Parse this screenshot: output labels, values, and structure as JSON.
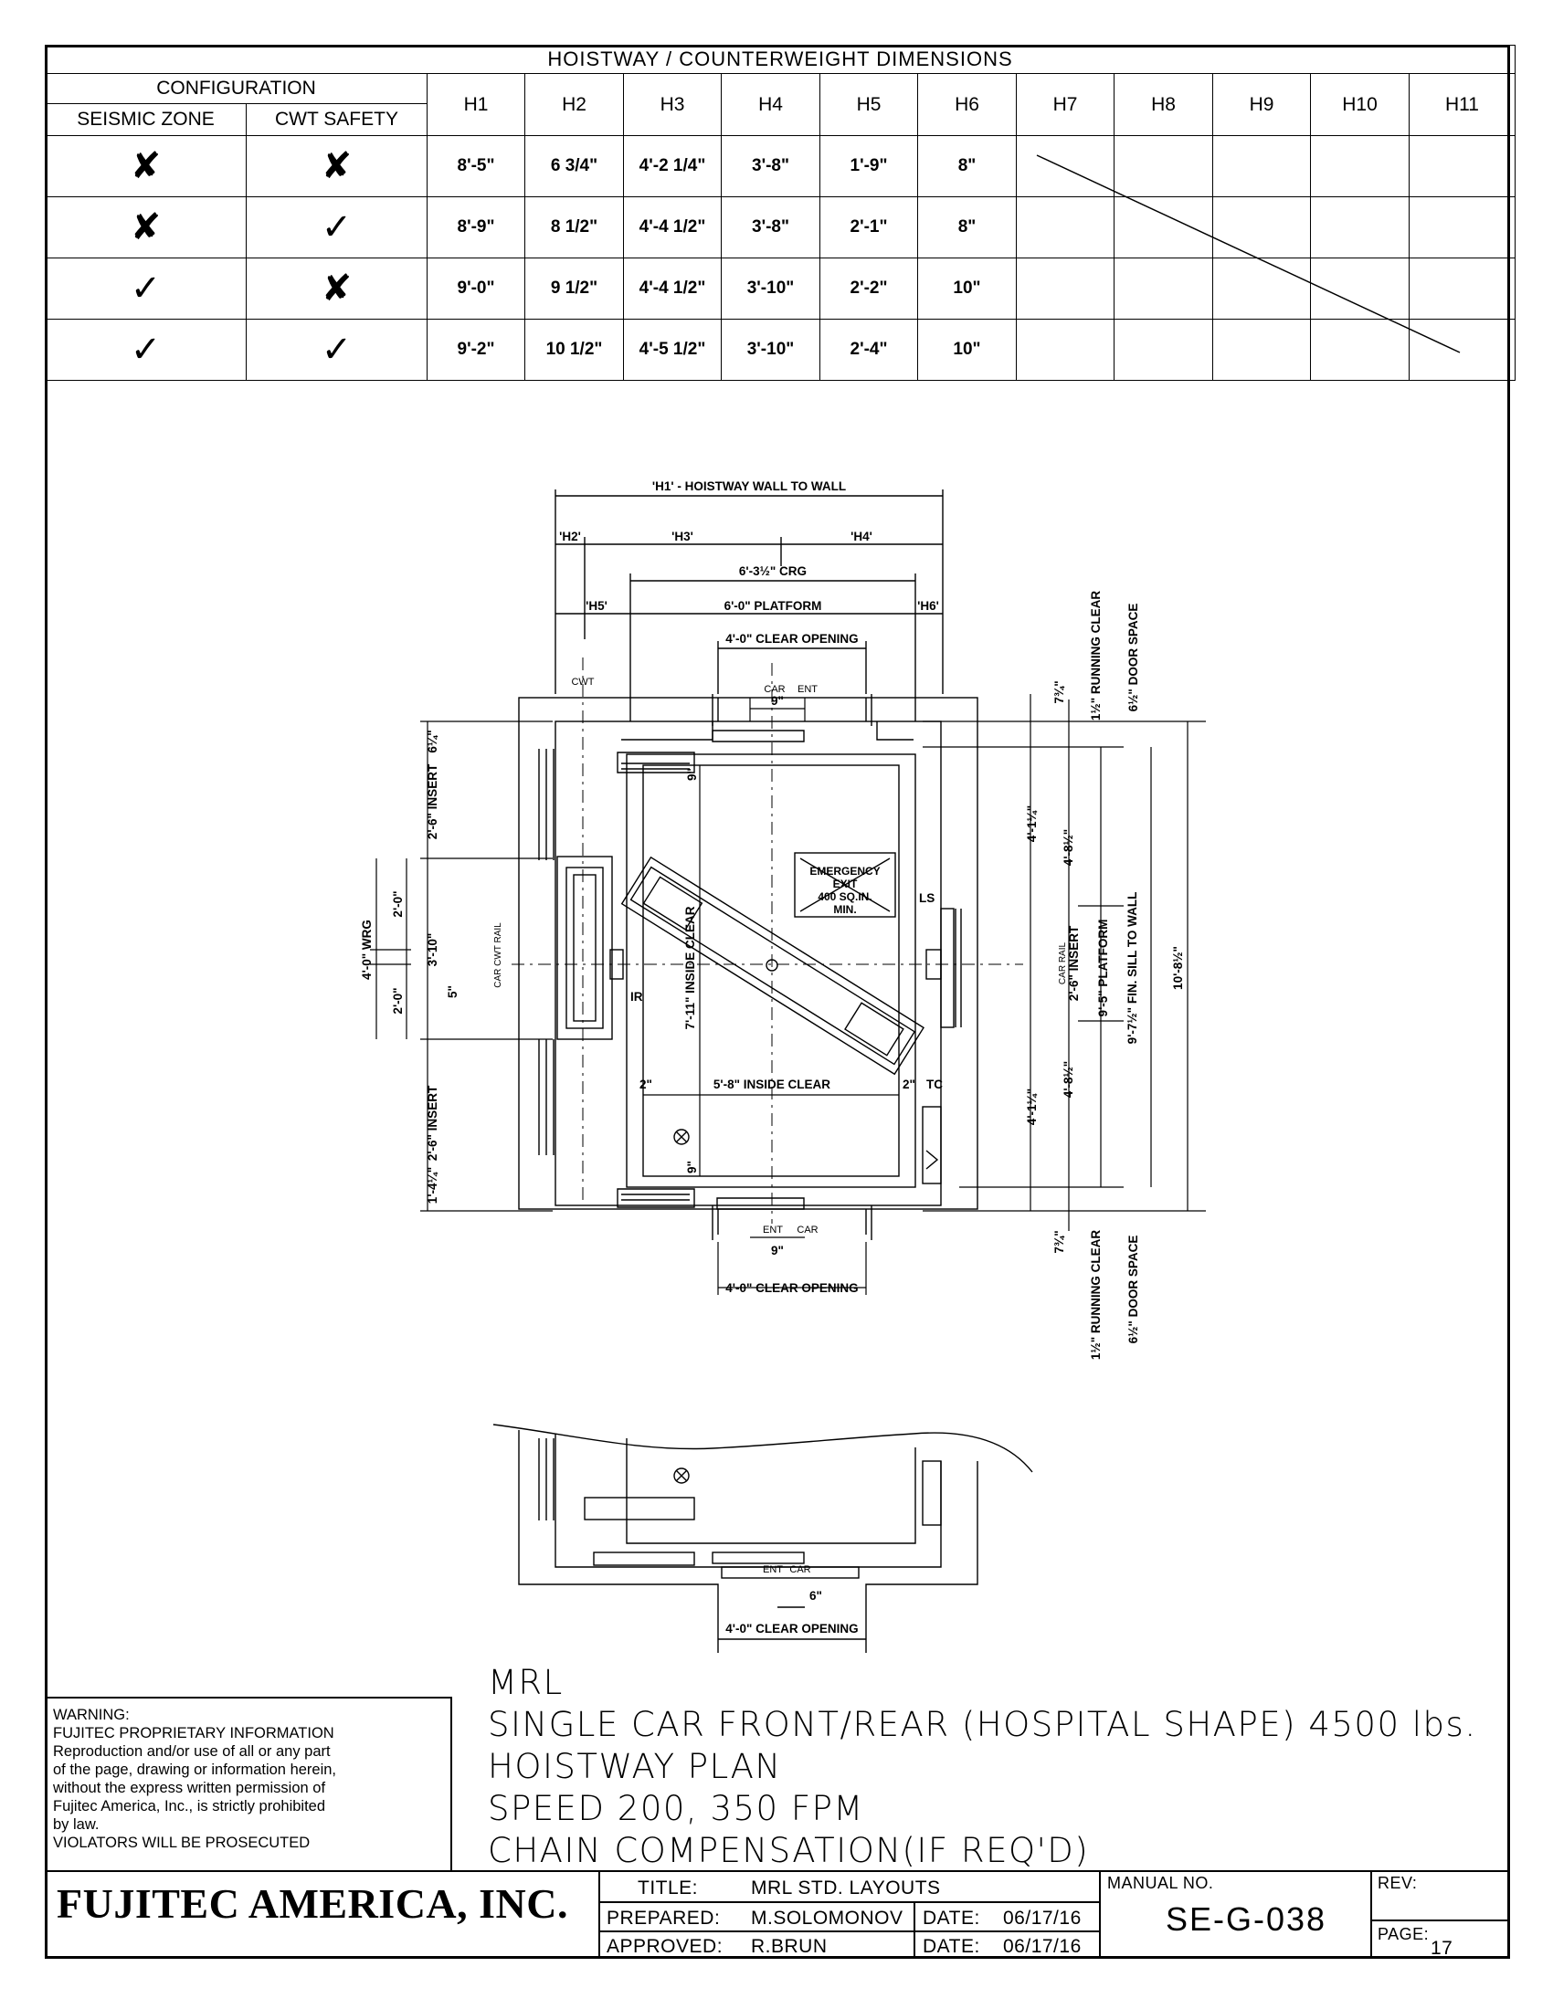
{
  "table": {
    "title": "HOISTWAY / COUNTERWEIGHT DIMENSIONS",
    "config_label": "CONFIGURATION",
    "seismic_label": "SEISMIC ZONE",
    "cwt_label": "CWT SAFETY",
    "headers": [
      "H1",
      "H2",
      "H3",
      "H4",
      "H5",
      "H6",
      "H7",
      "H8",
      "H9",
      "H10",
      "H11"
    ],
    "rows": [
      {
        "seismic": "✘",
        "cwt": "✘",
        "vals": [
          "8'-5\"",
          "6 3/4\"",
          "4'-2 1/4\"",
          "3'-8\"",
          "1'-9\"",
          "8\""
        ]
      },
      {
        "seismic": "✘",
        "cwt": "✓",
        "vals": [
          "8'-9\"",
          "8 1/2\"",
          "4'-4 1/2\"",
          "3'-8\"",
          "2'-1\"",
          "8\""
        ]
      },
      {
        "seismic": "✓",
        "cwt": "✘",
        "vals": [
          "9'-0\"",
          "9 1/2\"",
          "4'-4 1/2\"",
          "3'-10\"",
          "2'-2\"",
          "10\""
        ]
      },
      {
        "seismic": "✓",
        "cwt": "✓",
        "vals": [
          "9'-2\"",
          "10 1/2\"",
          "4'-5 1/2\"",
          "3'-10\"",
          "2'-4\"",
          "10\""
        ]
      }
    ]
  },
  "plan": {
    "h1": "'H1' - HOISTWAY WALL TO WALL",
    "h2": "'H2'",
    "h3": "'H3'",
    "h4": "'H4'",
    "h5": "'H5'",
    "h6": "'H6'",
    "crg": "6'-3½\" CRG",
    "platform": "6'-0\" PLATFORM",
    "clear_opening": "4'-0\" CLEAR OPENING",
    "cwt": "CWT",
    "car": "CAR",
    "ent": "ENT",
    "nine": "9\"",
    "six": "6\"",
    "running_clear": "1½\" RUNNING CLEAR",
    "door_space": "6½\" DOOR SPACE",
    "seven34": "7¾\"",
    "six14": "6¼\"",
    "insert": "2'-6\" INSERT",
    "wrg": "4'-0\" WRG",
    "two_zero": "2'-0\"",
    "three_ten": "3'-10\"",
    "five": "5\"",
    "car_cwt_rail": "CAR CWT RAIL",
    "car_rail": "CAR RAIL",
    "one_four": "1'-4¼\"",
    "ir": "IR",
    "inside_clear_v": "7'-11\" INSIDE CLEAR",
    "inside_clear_h": "5'-8\" INSIDE CLEAR",
    "two_in": "2\"",
    "tc": "TC",
    "ls": "LS",
    "emergency": [
      "EMERGENCY",
      "EXIT",
      "400 SQ.IN.",
      "MIN."
    ],
    "four_1_14": "4'-1¼\"",
    "four_8_12": "4'-8½\"",
    "platform_v": "9'-5\" PLATFORM",
    "fin_sill": "9'-7½\" FIN. SILL TO WALL",
    "ten_8": "10'-8½\""
  },
  "warning": [
    "WARNING:",
    "FUJITEC PROPRIETARY INFORMATION",
    "Reproduction and/or use of all or any part",
    "of the page, drawing or information herein,",
    "without the express written permission of",
    "Fujitec America, Inc., is strictly prohibited",
    "by law.",
    "VIOLATORS WILL BE PROSECUTED"
  ],
  "notes": [
    "MRL",
    "SINGLE CAR FRONT/REAR (HOSPITAL SHAPE) 4500 lbs.",
    "HOISTWAY PLAN",
    "SPEED 200, 350 FPM",
    "CHAIN COMPENSATION(IF REQ'D)"
  ],
  "title_block": {
    "company": "FUJITEC AMERICA, INC.",
    "title_label": "TITLE:",
    "title_value": "MRL STD. LAYOUTS",
    "prepared_label": "PREPARED:",
    "prepared_value": "M.SOLOMONOV",
    "approved_label": "APPROVED:",
    "approved_value": "R.BRUN",
    "date_label": "DATE:",
    "date1": "06/17/16",
    "date2": "06/17/16",
    "manual_label": "MANUAL NO.",
    "manual_value": "SE-G-038",
    "rev_label": "REV:",
    "page_label": "PAGE:",
    "page_value": "17"
  }
}
